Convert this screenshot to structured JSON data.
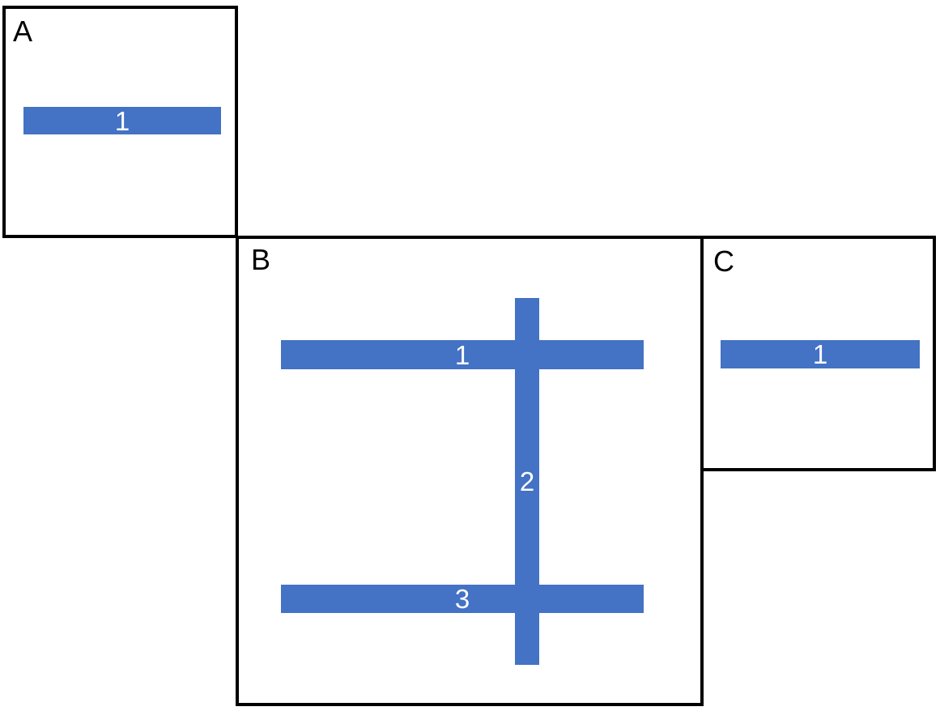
{
  "diagram": {
    "background_color": "#ffffff",
    "panel_border_color": "#000000",
    "bar_color": "#4472C4",
    "bar_label_color": "#ffffff",
    "panels": [
      {
        "label": "A",
        "bars": [
          {
            "label": "1",
            "orientation": "horizontal"
          }
        ]
      },
      {
        "label": "B",
        "bars": [
          {
            "label": "1",
            "orientation": "horizontal"
          },
          {
            "label": "2",
            "orientation": "vertical"
          },
          {
            "label": "3",
            "orientation": "horizontal"
          }
        ]
      },
      {
        "label": "C",
        "bars": [
          {
            "label": "1",
            "orientation": "horizontal"
          }
        ]
      }
    ]
  }
}
